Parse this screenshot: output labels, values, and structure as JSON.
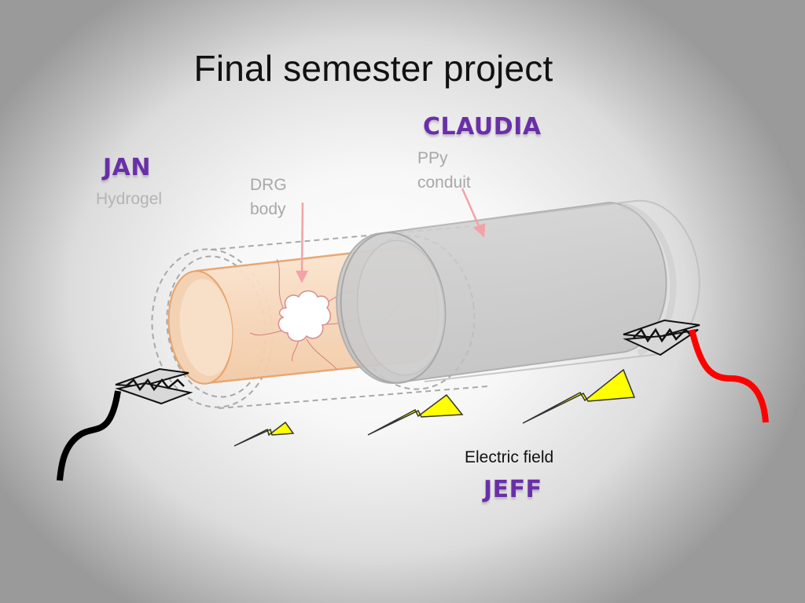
{
  "slide": {
    "title": "Final semester project",
    "names": {
      "jan": "JAN",
      "claudia": "CLAUDIA",
      "jeff": "JEFF"
    },
    "labels": {
      "hydrogel": "Hydrogel",
      "drg_line1": "DRG",
      "drg_line2": "body",
      "ppy_line1": "PPy",
      "ppy_line2": "conduit",
      "electric_field": "Electric field"
    }
  },
  "colors": {
    "name_text": "#6a2fa8",
    "conduit_grey": "#c8c8c8",
    "hydrogel_fill": "#f6d9bd",
    "hydrogel_outline": "#e9a46b",
    "bolt_yellow": "#ffff00",
    "wire_black": "#000000",
    "wire_red": "#ff0000",
    "arrow_pink": "#f2a3a8"
  }
}
